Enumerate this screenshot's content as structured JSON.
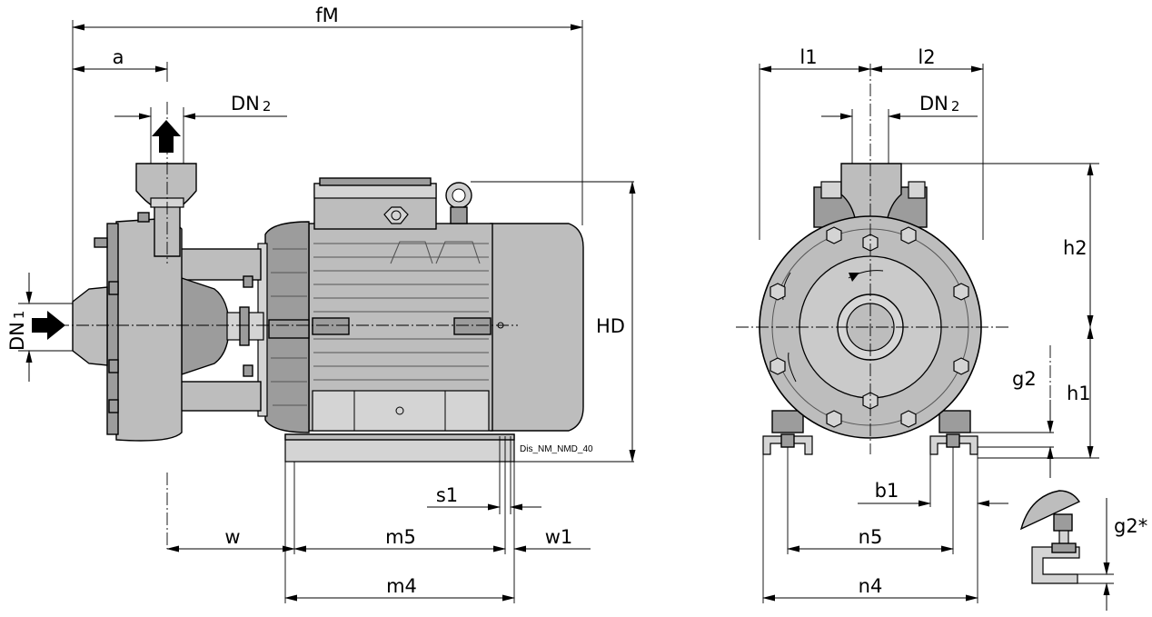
{
  "drawing_code": "Dis_NM_NMD_40",
  "side_view": {
    "fM": "fM",
    "a": "a",
    "DN2": "DN",
    "DN2_sub": "2",
    "DN1": "DN",
    "DN1_sub": "1",
    "HD": "HD",
    "s1": "s1",
    "w": "w",
    "m5": "m5",
    "w1": "w1",
    "m4": "m4"
  },
  "front_view": {
    "l1": "l1",
    "l2": "l2",
    "DN2": "DN",
    "DN2_sub": "2",
    "h2": "h2",
    "h1": "h1",
    "g2": "g2",
    "b1": "b1",
    "n5": "n5",
    "n4": "n4",
    "g2_star": "g2*"
  },
  "colors": {
    "body": "#bdbdbd",
    "dark": "#9c9c9c",
    "light": "#d4d4d4"
  }
}
